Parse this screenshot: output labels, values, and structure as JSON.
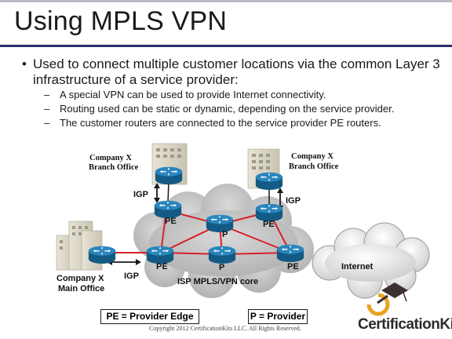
{
  "slide": {
    "title": "Using MPLS VPN",
    "bullet_main": "Used to connect multiple customer locations via the common Layer 3 infrastructure of a service provider:",
    "sub_bullets": [
      "A special VPN can be used to provide Internet connectivity.",
      "Routing used can be static or dynamic, depending on the service provider.",
      "The customer routers are connected to the service provider PE routers."
    ]
  },
  "diagram": {
    "branch_left": [
      "Company X",
      "Branch Office"
    ],
    "branch_right": [
      "Company X",
      "Branch Office"
    ],
    "main_office": [
      "Company X",
      "Main Office"
    ],
    "igp_label": "IGP",
    "pe_label": "PE",
    "p_label": "P",
    "core_label": "ISP MPLS/VPN core",
    "internet_label": "Internet",
    "colors": {
      "link": "#d6202a",
      "cloud": "#c4c4c4",
      "router": "#1d6f9e"
    }
  },
  "legend": {
    "pe": "PE = Provider Edge",
    "p": "P = Provider"
  },
  "footer": {
    "copyright": "Copyright 2012 CertificationKits LLC. All Rights Reserved.",
    "logo_text": "CertificationKits"
  }
}
